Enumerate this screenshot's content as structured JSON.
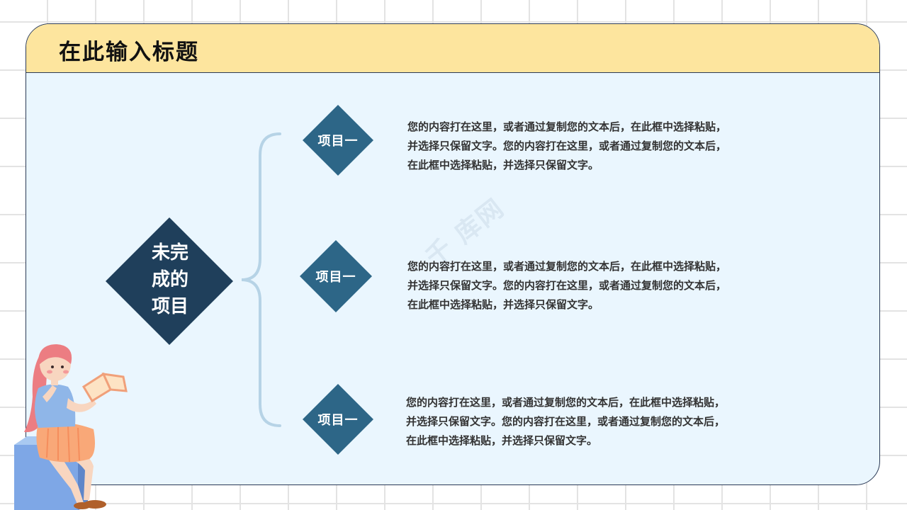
{
  "title": "在此输入标题",
  "main": {
    "lines": [
      "未完",
      "成的",
      "项目"
    ]
  },
  "items": [
    {
      "label": "项目一",
      "text_lines": [
        "您的内容打在这里，或者通过复制您的文本后，在此框中选择粘贴，",
        "并选择只保留文字。您的内容打在这里，或者通过复制您的文本后，",
        "在此框中选择粘贴，并选择只保留文字。"
      ]
    },
    {
      "label": "项目一",
      "text_lines": [
        "您的内容打在这里，或者通过复制您的文本后，在此框中选择粘贴，",
        "并选择只保留文字。您的内容打在这里，或者通过复制您的文本后，",
        "在此框中选择粘贴，并选择只保留文字。"
      ]
    },
    {
      "label": "项目一",
      "text_lines": [
        "您的内容打在这里，或者通过复制您的文本后，在此框中选择粘贴，",
        "并选择只保留文字。您的内容打在这里，或者通过复制您的文本后，",
        "在此框中选择粘贴，并选择只保留文字。"
      ]
    }
  ],
  "watermark": "千 库网",
  "colors": {
    "header_bg": "#fde59e",
    "card_bg": "#eaf6fe",
    "main_diamond": "#1f3f5b",
    "item_diamond": "#2d6687",
    "bracket": "#b6d3e6"
  }
}
